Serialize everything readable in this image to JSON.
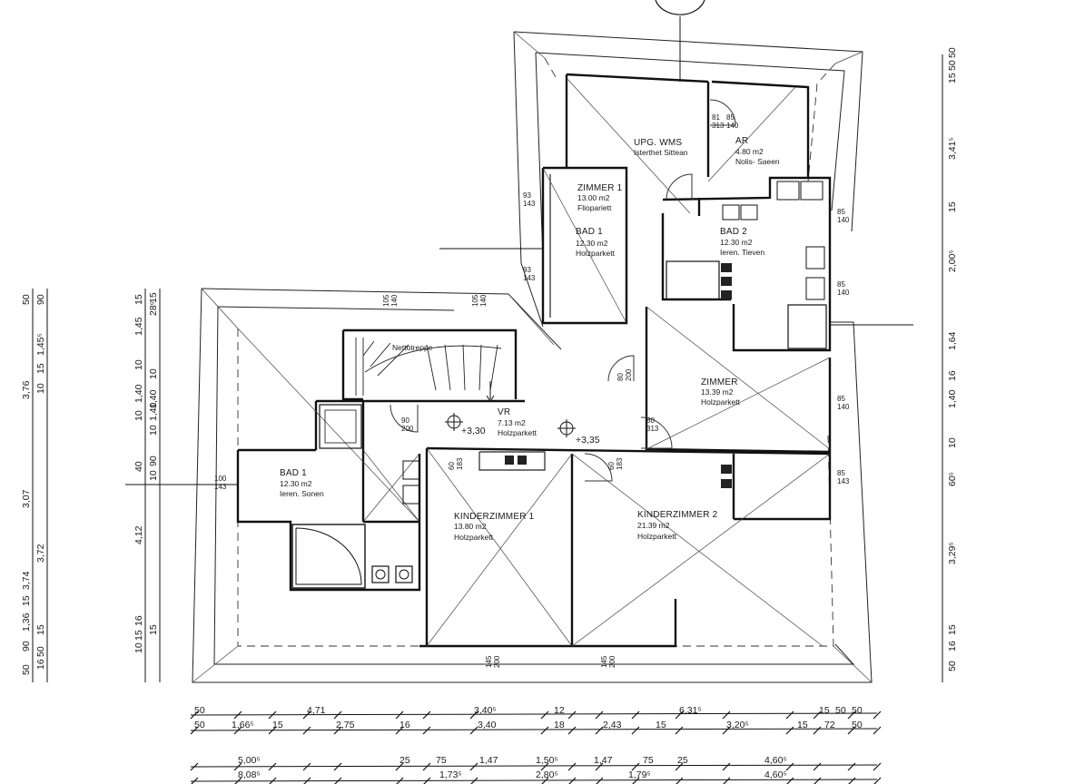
{
  "rooms": {
    "upg_wms": {
      "name": "UPG. WMS",
      "sub": "Isterthet Sittean"
    },
    "ar": {
      "name": "AR",
      "area": "4.80 m2",
      "floor": "Nolis- Saeen"
    },
    "zimmer1": {
      "name": "ZIMMER 1",
      "area": "13.00 m2",
      "floor": "Fliopariett"
    },
    "bad1_top": {
      "name": "BAD 1",
      "area": "12.30 m2",
      "floor": "Holzparkett"
    },
    "bad2": {
      "name": "BAD 2",
      "area": "12.30 m2",
      "floor": "Ieren. Tieven"
    },
    "zimmer3": {
      "name": "ZIMMER",
      "area": "13.39 m2",
      "floor": "Holzparkett"
    },
    "treppe": {
      "name": "Nettotreppe"
    },
    "vr": {
      "name": "VR",
      "area": "7.13 m2",
      "floor": "Holzparkett"
    },
    "bad1_left": {
      "name": "BAD 1",
      "area": "12.30 m2",
      "floor": "Ieren. Sonen"
    },
    "kinder1": {
      "name": "KINDERZIMMER 1",
      "area": "13.80 m2",
      "floor": "Holzparkett"
    },
    "kinder2": {
      "name": "KINDERZIMMER 2",
      "area": "21.39 m2",
      "floor": "Holzparkett"
    }
  },
  "levels": [
    "+3,30",
    "+3,35"
  ],
  "door_marks": {
    "d1": "81\n313",
    "d2": "93\n143",
    "d3": "93\n143",
    "d4": "105\n140",
    "d5": "105\n140",
    "d6": "80\n200",
    "d7": "90\n200",
    "d8": "80\n313",
    "d9": "85\n140",
    "d10": "85\n140",
    "d11": "85\n140",
    "d12": "85\n143",
    "d13": "100\n143",
    "d14": "60\n183",
    "d15": "60\n183",
    "d16": "145\n200",
    "d17": "145\n200",
    "d18": "85\n140"
  },
  "dims_bottom": {
    "row1": [
      "50",
      "4,71",
      "3,40⁵",
      "12",
      "6,31⁵",
      "15",
      "50",
      "50"
    ],
    "row2": [
      "50",
      "1,66⁵",
      "15",
      "2,75",
      "16",
      "3,40",
      "18",
      "2,43",
      "15",
      "3,20⁵",
      "15",
      "72",
      "50"
    ],
    "row3": [
      "5,00⁵",
      "25",
      "75",
      "1,47",
      "1,50⁵",
      "1,47",
      "75",
      "25",
      "4,60⁵"
    ],
    "row4": [
      "8,08⁵",
      "1,73⁵",
      "2,80⁵",
      "1,79⁵",
      "4,60⁵"
    ]
  },
  "dims_left": {
    "outer": [
      "50",
      "3,76",
      "3,07",
      "3,74",
      "15",
      "1,36",
      "90",
      "50"
    ],
    "mid": [
      "90",
      "1,45⁵",
      "15",
      "10",
      "3,72",
      "15",
      "50",
      "16"
    ],
    "inner": [
      "28⁵",
      "15",
      "10",
      "1,40",
      "1,40",
      "10",
      "90",
      "10",
      "15"
    ],
    "far": [
      "15",
      "1,45",
      "10",
      "1,40",
      "10",
      "40",
      "4,12",
      "16",
      "15",
      "10"
    ]
  },
  "dims_right": [
    "15",
    "50",
    "50",
    "3,41⁵",
    "15",
    "2,00⁵",
    "1,64",
    "16",
    "1,40",
    "10",
    "60⁵",
    "3,29⁵",
    "15",
    "16",
    "50"
  ]
}
